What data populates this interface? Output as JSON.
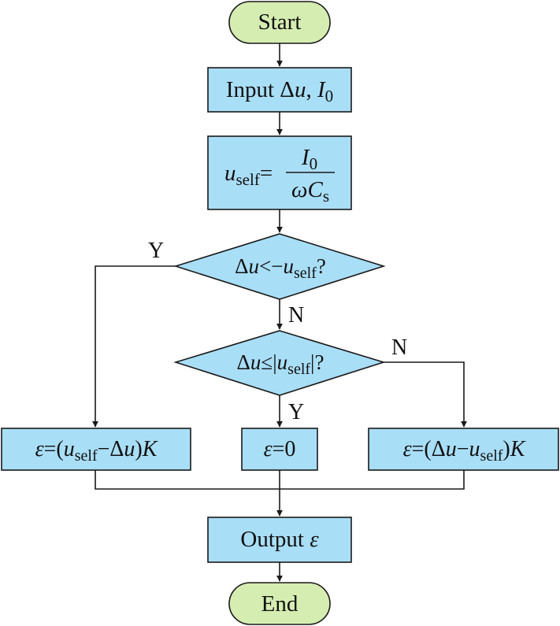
{
  "colors": {
    "terminal_fill": "#d6edb2",
    "process_fill": "#a9def7",
    "stroke": "#1a1a1a",
    "text": "#111111"
  },
  "nodes": {
    "start": {
      "label": "Start",
      "shape": "terminal"
    },
    "input": {
      "prefix": "Input Δ",
      "var": "u",
      "sep": ", ",
      "var2": "I",
      "sub": "0",
      "shape": "process"
    },
    "compute": {
      "lhs_var": "u",
      "lhs_sub": "self",
      "eq": "=",
      "num_var": "I",
      "num_sub": "0",
      "den_omega": "ω",
      "den_var": "C",
      "den_sub": "s",
      "shape": "process"
    },
    "decision1": {
      "delta": "Δ",
      "var": "u",
      "op": "<−",
      "var2": "u",
      "sub": "self",
      "q": "?",
      "shape": "decision"
    },
    "decision2": {
      "delta": "Δ",
      "var": "u",
      "op": "≤|",
      "var2": "u",
      "sub": "self",
      "close": "|?",
      "shape": "decision"
    },
    "left_result": {
      "eps": "ε",
      "eq": "=(",
      "var": "u",
      "sub": "self",
      "minus": "−Δ",
      "var2": "u",
      "close": ")",
      "k": "K",
      "shape": "process"
    },
    "mid_result": {
      "eps": "ε",
      "eq": "=0",
      "shape": "process"
    },
    "right_result": {
      "eps": "ε",
      "eq": "=(Δ",
      "var": "u",
      "minus": "−",
      "var2": "u",
      "sub": "self",
      "close": ")",
      "k": "K",
      "shape": "process"
    },
    "output": {
      "prefix": "Output ",
      "eps": "ε",
      "shape": "process"
    },
    "end": {
      "label": "End",
      "shape": "terminal"
    }
  },
  "edge_labels": {
    "d1_yes": "Y",
    "d1_no": "N",
    "d2_yes": "Y",
    "d2_no": "N"
  }
}
